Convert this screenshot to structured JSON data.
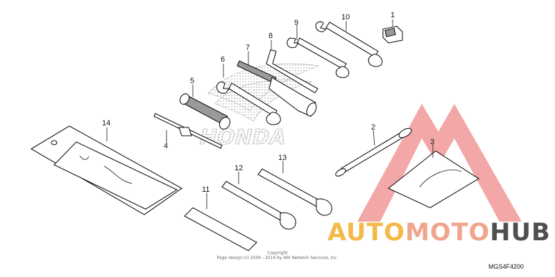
{
  "callouts": [
    "1",
    "2",
    "3",
    "4",
    "5",
    "6",
    "7",
    "8",
    "9",
    "10",
    "11",
    "12",
    "13",
    "14"
  ],
  "background_logo": "HONDA",
  "copyright_line1": "Copyright",
  "copyright_line2": "Page design (c) 2004 - 2014 by ARI Network Services, Inc.",
  "diagram_code": "MGS4F4200",
  "watermark": {
    "part1": "AUTO",
    "part2": "MOTO",
    "part3": "HUB",
    "colors": {
      "auto": "#f5b949",
      "moto": "#f1a58d",
      "hub": "#4f4f4f",
      "triangle": "#ef8a8a"
    }
  }
}
